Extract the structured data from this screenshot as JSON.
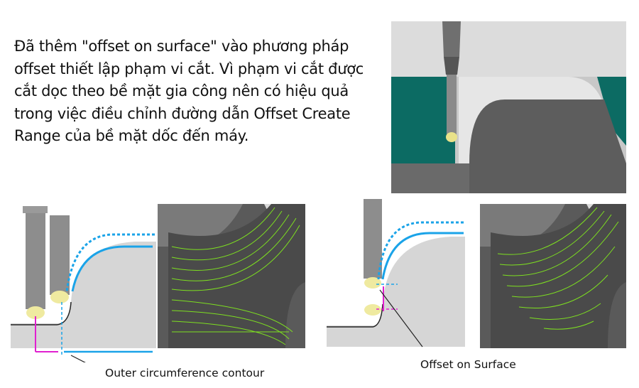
{
  "description": {
    "lines": [
      "Đã thêm \"offset on surface\" vào phương pháp",
      "offset thiết lập phạm vi cắt. Vì phạm vi cắt được",
      "cắt dọc theo bề mặt gia công nên có hiệu quả",
      "trong việc điều chỉnh đường dẫn Offset Create",
      "Range của bề mặt dốc đến máy."
    ]
  },
  "labels": {
    "outer": "Outer circumference contour",
    "surface": "Offset on Surface"
  },
  "colors": {
    "teal": "#0c6b63",
    "path_blue": "#1aa3e8",
    "magenta": "#e020d0",
    "toolpath_green": "#7ee020",
    "surface_gray": "#d6d6d6"
  }
}
